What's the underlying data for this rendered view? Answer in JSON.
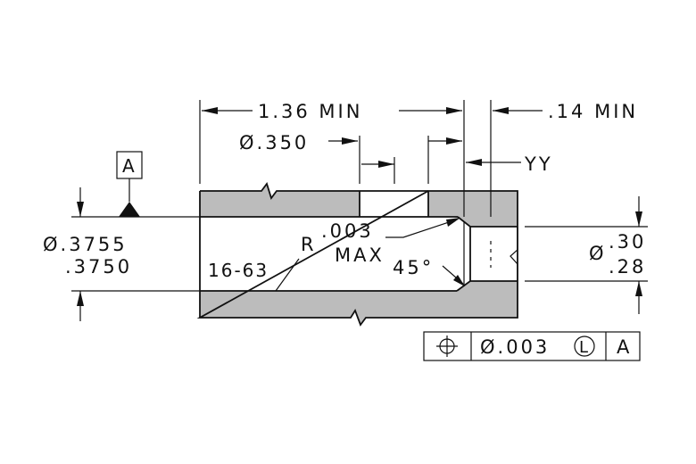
{
  "colors": {
    "section_fill": "#bcbcbc",
    "line": "#111111",
    "background": "#ffffff"
  },
  "dimensions": {
    "length_min": "1.36 MIN",
    "counterbore_dia": "Ø.350",
    "end_length_min": ".14 MIN",
    "view_label": "YY",
    "bore_dia_upper": "Ø.3755",
    "bore_dia_lower": ".3750",
    "finish": "16-63",
    "radius_r": "R",
    "radius_value": ".003",
    "radius_max": "MAX",
    "chamfer_angle": "45°",
    "small_dia_symbol": "Ø",
    "small_dia_upper": ".30",
    "small_dia_lower": ".28"
  },
  "datum": {
    "label": "A"
  },
  "feature_control_frame": {
    "symbol": "position-icon",
    "tolerance": "Ø.003",
    "modifier": "L",
    "datum_ref": "A"
  }
}
